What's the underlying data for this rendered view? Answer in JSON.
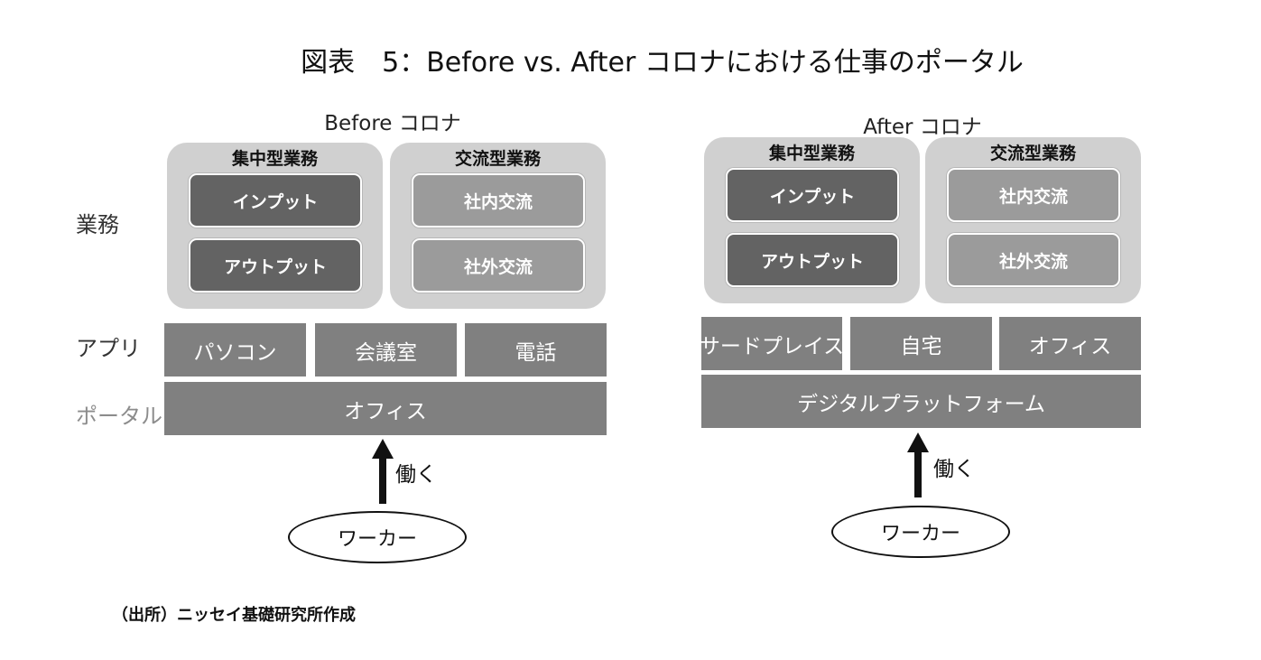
{
  "title": "図表　5：Before vs. After コロナにおける仕事のポータル",
  "row_labels": {
    "tasks": "業務",
    "apps": "アプリ",
    "portal": "ポータル"
  },
  "before": {
    "heading": "Before コロナ",
    "group_concentrated": {
      "title": "集中型業務",
      "items": [
        "インプット",
        "アウトプット"
      ]
    },
    "group_exchange": {
      "title": "交流型業務",
      "items": [
        "社内交流",
        "社外交流"
      ]
    },
    "apps": [
      "パソコン",
      "会議室",
      "電話"
    ],
    "portal": "オフィス",
    "arrow_label": "働く",
    "worker": "ワーカー"
  },
  "after": {
    "heading": "After コロナ",
    "group_concentrated": {
      "title": "集中型業務",
      "items": [
        "インプット",
        "アウトプット"
      ]
    },
    "group_exchange": {
      "title": "交流型業務",
      "items": [
        "社内交流",
        "社外交流"
      ]
    },
    "apps": [
      "サードプレイス",
      "自宅",
      "オフィス"
    ],
    "portal": "デジタルプラットフォーム",
    "arrow_label": "働く",
    "worker": "ワーカー"
  },
  "source": "（出所）ニッセイ基礎研究所作成",
  "colors": {
    "group_bg": "#d0d0d0",
    "task_dark": "#636363",
    "task_light": "#9b9b9b",
    "bar": "#808080"
  }
}
